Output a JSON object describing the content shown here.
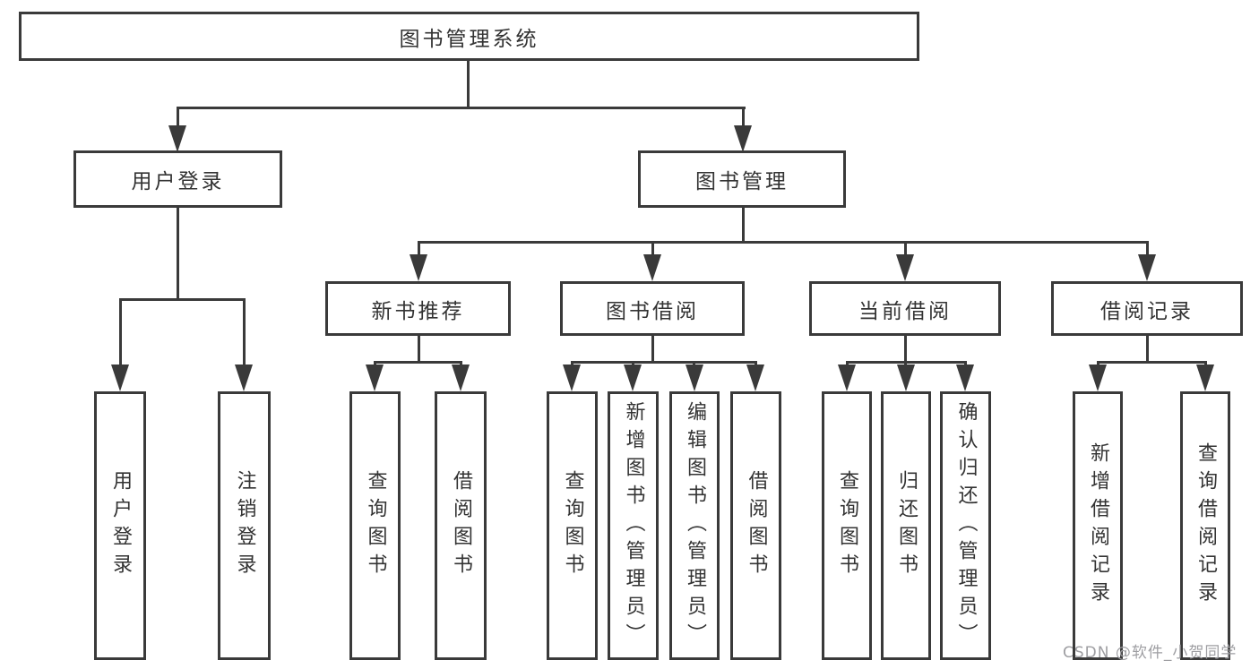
{
  "diagram_title": "图书管理系统",
  "nodes": {
    "root": "图书管理系统",
    "user_login": "用户登录",
    "book_management": "图书管理",
    "new_book_recommendation": "新书推荐",
    "book_borrowing": "图书借阅",
    "current_borrowing": "当前借阅",
    "borrowing_records": "借阅记录",
    "leaf_user_login": "用户登录",
    "leaf_logout": "注销登录",
    "leaf_rec_query_books": "查询图书",
    "leaf_rec_borrow_books": "借阅图书",
    "leaf_bor_query_books": "查询图书",
    "leaf_bor_add_books": "新增图书（管理员）",
    "leaf_bor_edit_books": "编辑图书（管理员）",
    "leaf_bor_borrow_books": "借阅图书",
    "leaf_cur_query_books": "查询图书",
    "leaf_cur_return_books": "归还图书",
    "leaf_cur_confirm_return": "确认归还（管理员）",
    "leaf_add_borrow_record": "新增借阅记录",
    "leaf_query_borrow_record": "查询借阅记录"
  },
  "hierarchy": [
    {
      "parent": "图书管理系统",
      "children": [
        "用户登录",
        "图书管理"
      ]
    },
    {
      "parent": "用户登录",
      "children": [
        "用户登录",
        "注销登录"
      ]
    },
    {
      "parent": "图书管理",
      "children": [
        "新书推荐",
        "图书借阅",
        "当前借阅",
        "借阅记录"
      ]
    },
    {
      "parent": "新书推荐",
      "children": [
        "查询图书",
        "借阅图书"
      ]
    },
    {
      "parent": "图书借阅",
      "children": [
        "查询图书",
        "新增图书（管理员）",
        "编辑图书（管理员）",
        "借阅图书"
      ]
    },
    {
      "parent": "当前借阅",
      "children": [
        "查询图书",
        "归还图书",
        "确认归还（管理员）"
      ]
    },
    {
      "parent": "借阅记录",
      "children": [
        "新增借阅记录",
        "查询借阅记录"
      ]
    }
  ],
  "watermark": "CSDN @软件_小贺同学",
  "colors": {
    "line": "#3a3a3a",
    "text": "#333333",
    "watermark": "#9e9ea2"
  }
}
